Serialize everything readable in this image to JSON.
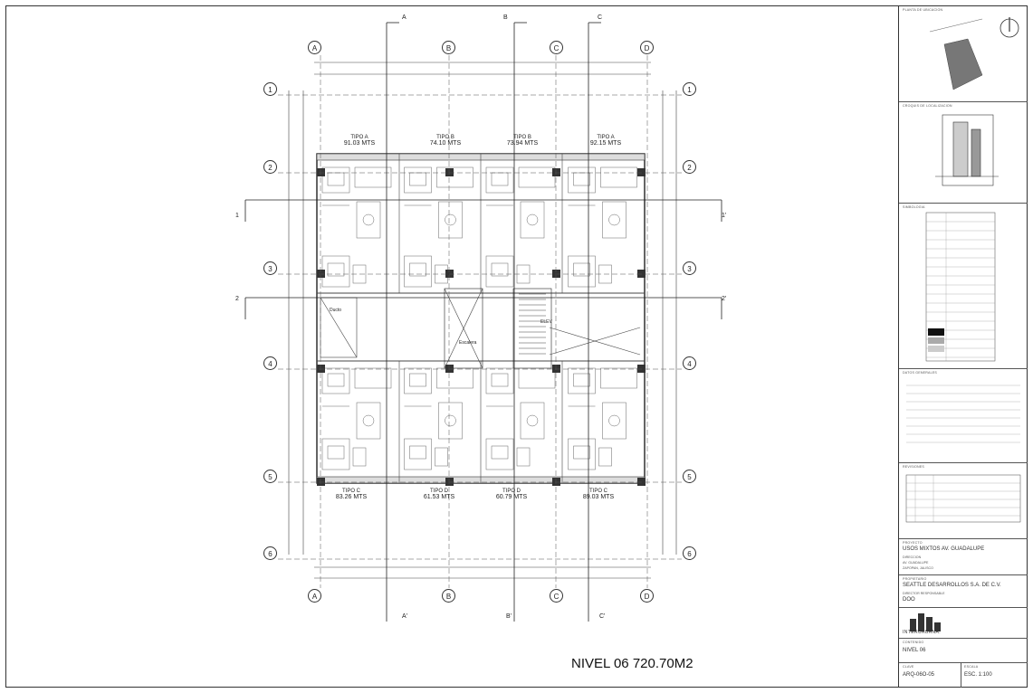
{
  "axes": {
    "letters": [
      "A",
      "B",
      "C",
      "D"
    ],
    "numbers": [
      "1",
      "2",
      "3",
      "4",
      "5",
      "6"
    ],
    "section_top": [
      "A",
      "B",
      "C"
    ],
    "section_bottom": [
      "A'",
      "B'",
      "C'"
    ],
    "section_left": [
      "1",
      "2"
    ],
    "section_right": [
      "1'",
      "2'"
    ]
  },
  "units_top": [
    {
      "tipo": "TIPO A",
      "area": "91.03 MTS"
    },
    {
      "tipo": "TIPO B",
      "area": "74.10 MTS"
    },
    {
      "tipo": "TIPO B",
      "area": "73.94 MTS"
    },
    {
      "tipo": "TIPO A",
      "area": "92.15 MTS"
    }
  ],
  "units_bottom": [
    {
      "tipo": "TIPO C",
      "area": "83.26 MTS"
    },
    {
      "tipo": "TIPO D",
      "area": "61.53 MTS"
    },
    {
      "tipo": "TIPO D",
      "area": "60.79 MTS"
    },
    {
      "tipo": "TIPO C",
      "area": "89.03 MTS"
    }
  ],
  "core_labels": {
    "ducto": "Ducto",
    "escalera": "Escalera",
    "elev": "ELEV"
  },
  "level_title": "NIVEL 06 720.70M2",
  "title_block": {
    "location_header": "PLANTA DE UBICACION",
    "key_header": "CROQUIS DE LOCALIZACION",
    "legend_header": "SIMBOLOGIA",
    "data_header": "DATOS GENERALES",
    "revisions_header": "REVISIONES",
    "project_header": "PROYECTO",
    "project_name": "USOS MIXTOS AV. GUADALUPE",
    "address_header": "DIRECCION",
    "address_lines": [
      "AV. GUADALUPE",
      "ZAPOPAN, JALISCO"
    ],
    "owner_header": "PROPIETARIO",
    "owner_name": "SEATTLE DESARROLLOS S.A. DE C.V.",
    "dro_header": "DIRECTOR RESPONSABLE",
    "dro_name": "DOO",
    "firm_name": "INTERURBANA.",
    "content_header": "CONTENIDO",
    "content_name": "NIVEL 06",
    "sheet_header": "CLAVE",
    "sheet_code": "ARQ-06O-05",
    "scale_header": "ESCALA",
    "scale_value": "ESC. 1:100"
  }
}
